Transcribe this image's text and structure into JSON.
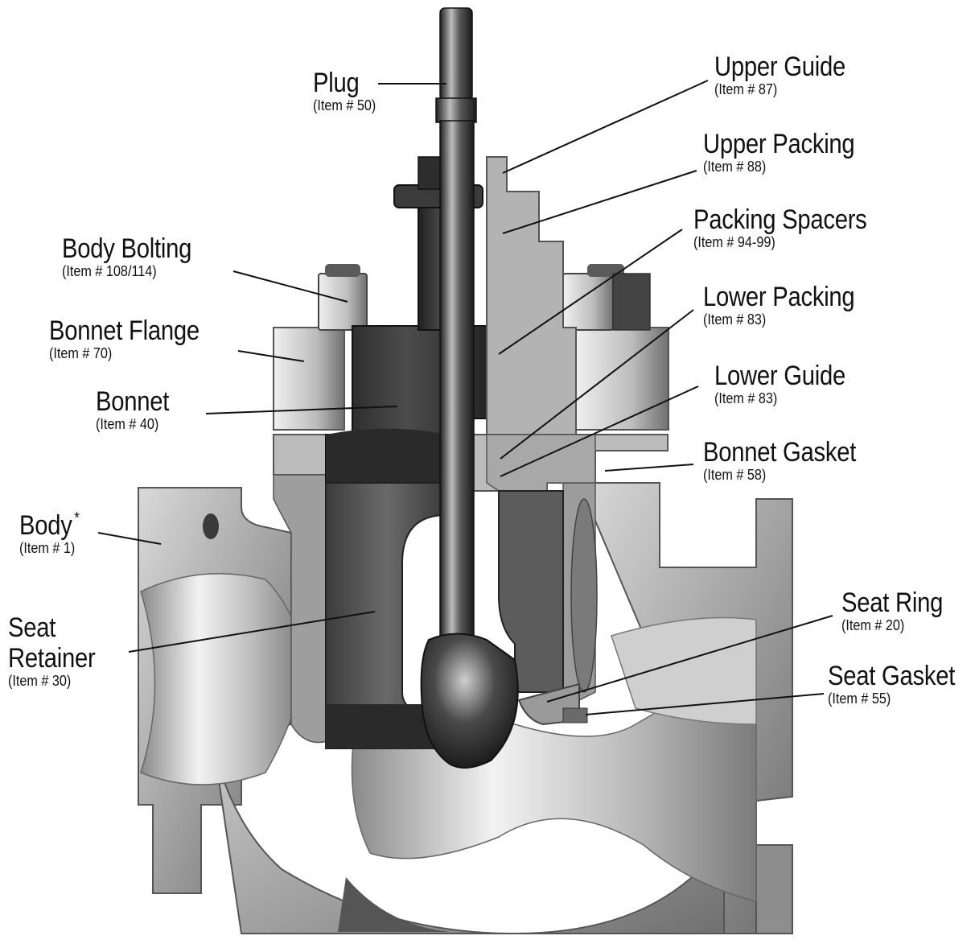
{
  "labels": [
    {
      "id": "plug",
      "name": "Plug",
      "item": "(Item # 50)"
    },
    {
      "id": "upper-guide",
      "name": "Upper Guide",
      "item": "(Item # 87)"
    },
    {
      "id": "upper-packing",
      "name": "Upper Packing",
      "item": "(Item # 88)"
    },
    {
      "id": "packing-spacers",
      "name": "Packing Spacers",
      "item": "(Item # 94-99)"
    },
    {
      "id": "body-bolting",
      "name": "Body Bolting",
      "item": "(Item # 108/114)"
    },
    {
      "id": "lower-packing",
      "name": "Lower Packing",
      "item": "(Item # 83)"
    },
    {
      "id": "bonnet-flange",
      "name": "Bonnet Flange",
      "item": "(Item # 70)"
    },
    {
      "id": "lower-guide",
      "name": "Lower Guide",
      "item": "(Item # 83)"
    },
    {
      "id": "bonnet",
      "name": "Bonnet",
      "item": "(Item # 40)"
    },
    {
      "id": "bonnet-gasket",
      "name": "Bonnet Gasket",
      "item": "(Item # 58)"
    },
    {
      "id": "body",
      "name": "Body",
      "asterisk": "*",
      "item": "(Item # 1)"
    },
    {
      "id": "seat-ring",
      "name": "Seat Ring",
      "item": "(Item # 20)"
    },
    {
      "id": "seat-retainer",
      "name": "Seat",
      "name2": "Retainer",
      "item": "(Item # 30)"
    },
    {
      "id": "seat-gasket",
      "name": "Seat Gasket",
      "item": "(Item # 55)"
    }
  ],
  "colors": {
    "body_metal": "#a9a9a9",
    "body_shadow": "#6e6e6e",
    "dark_part": "#3a3a3a",
    "leader": "#111111"
  }
}
